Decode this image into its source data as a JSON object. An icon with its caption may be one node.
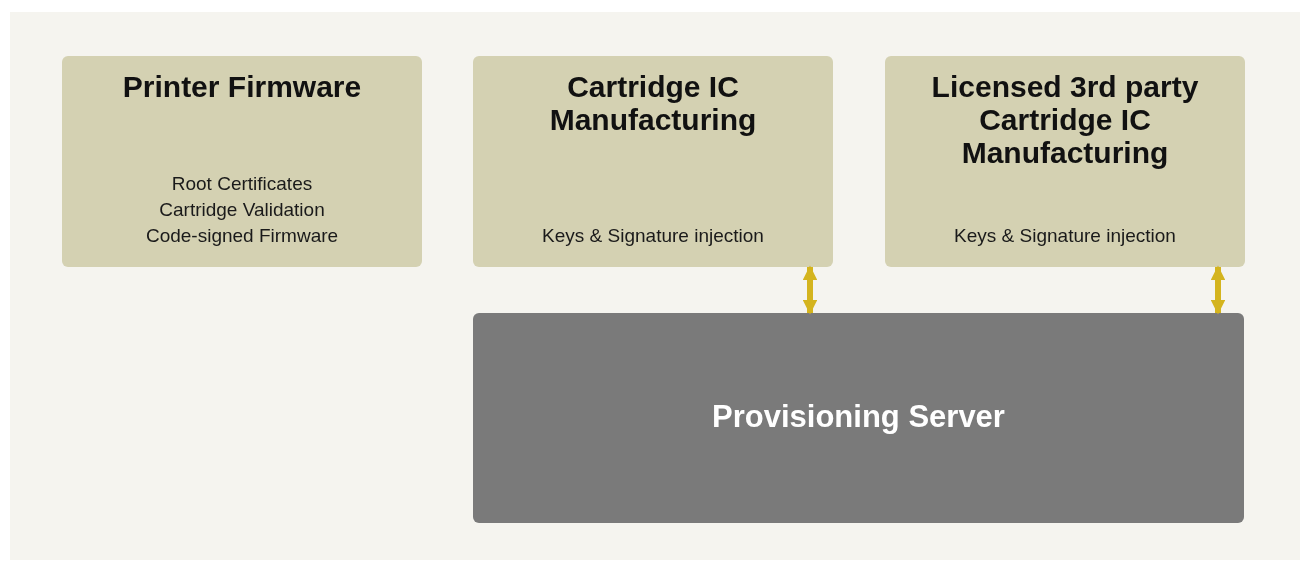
{
  "diagram": {
    "nodes": [
      {
        "text": [
          "Printer Firmware",
          "Root Certificates",
          "Cartridge Validation",
          "Code-signed Firmware"
        ]
      },
      {
        "text": [
          "Cartridge IC Manufacturing",
          "Keys & Signature injection"
        ]
      },
      {
        "text": [
          "Licensed 3rd party Cartridge IC Manufacturing",
          "Keys & Signature injection"
        ]
      },
      {
        "text": [
          "Provisioning Server"
        ]
      }
    ],
    "edges": [
      {
        "from": 1,
        "to": 3,
        "arrow": "both"
      },
      {
        "from": 2,
        "to": 3,
        "arrow": "both"
      }
    ]
  }
}
